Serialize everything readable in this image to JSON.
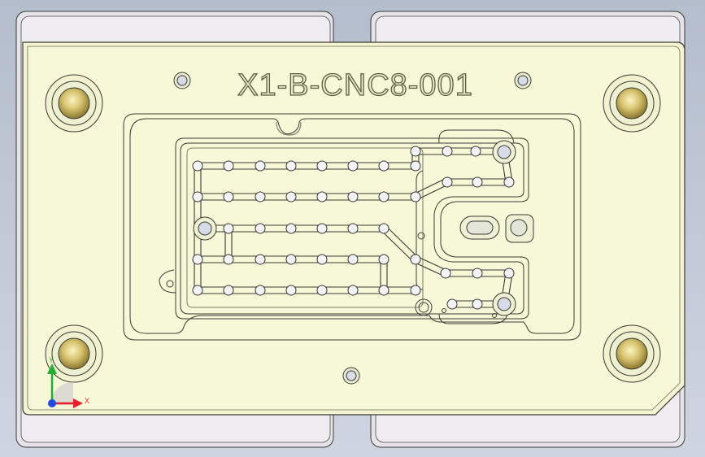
{
  "model": {
    "part_number": "X1-B-CNC8-001"
  },
  "triad": {
    "x_label": "X",
    "y_label": "Y",
    "x_color": "#e8202a",
    "y_color": "#22b034",
    "z_color": "#2248e8"
  },
  "colors": {
    "background": "#c2cad8",
    "plate_fill": "#f7f8d6",
    "clamp_fill": "#f0eef2",
    "outline": "#3a3a34",
    "brass": "#b9a24c"
  }
}
